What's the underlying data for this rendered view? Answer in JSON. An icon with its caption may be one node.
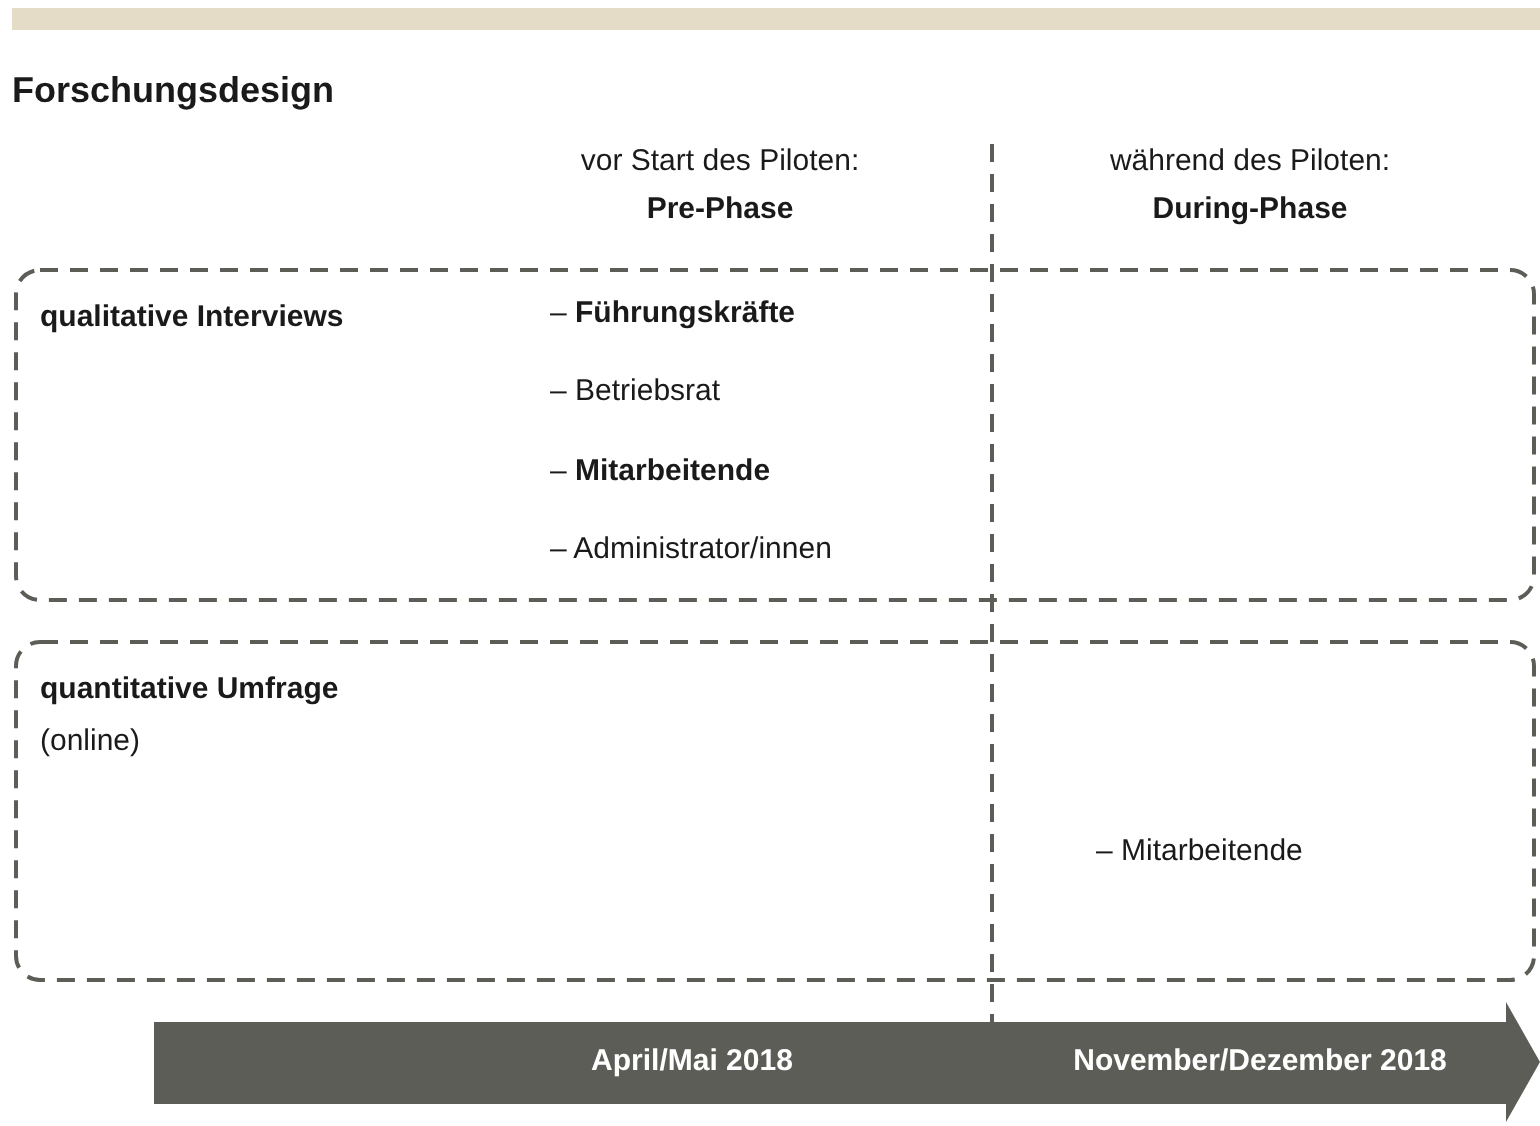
{
  "diagram": {
    "title": "Forschungsdesign",
    "nodes": [
      {
        "text": [
          "qualitative Interviews",
          "– **Führungskräfte**",
          "– Betriebsrat",
          "– **Mitarbeitende**",
          "– Administrator/innen"
        ]
      },
      {
        "text": [
          "quantitative Umfrage",
          "(online)",
          "– Mitarbeitende"
        ]
      },
      {
        "text": [
          "April/Mai 2018",
          "November/Dezember 2018"
        ]
      }
    ],
    "labels": [
      "vor Start des Piloten:",
      "Pre-Phase",
      "während des Piloten:",
      "During-Phase"
    ]
  }
}
